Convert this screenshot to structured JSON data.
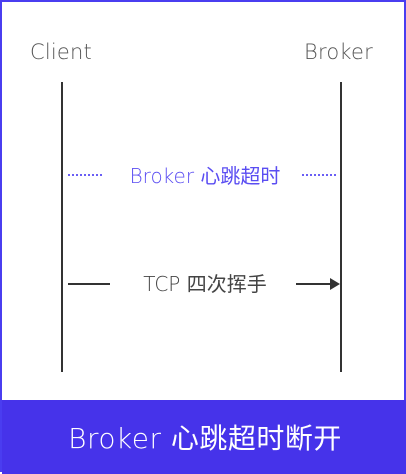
{
  "diagram": {
    "actors": {
      "client": "Client",
      "broker": "Broker"
    },
    "messages": {
      "heartbeat_timeout": "Broker 心跳超时",
      "tcp_handshake": "TCP 四次挥手"
    },
    "footer_caption": "Broker 心跳超时断开",
    "colors": {
      "accent": "#4633ea",
      "timeout_text": "#5a4df2",
      "line": "#333333"
    }
  }
}
